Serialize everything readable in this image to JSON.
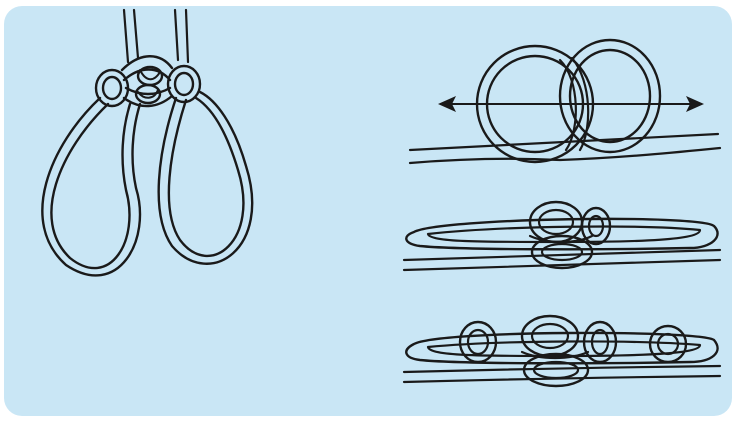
{
  "colors": {
    "background": "#c9e6f5",
    "ink": "#1a1a1a",
    "rope_fill": "#c9e6f5"
  },
  "figures": [
    {
      "id": "hanging-knot",
      "description_icon": "two-loop-knot-icon"
    },
    {
      "id": "knot-step-1",
      "description_icon": "interlocking-rings-icon"
    },
    {
      "id": "knot-step-2",
      "description_icon": "single-knot-icon"
    },
    {
      "id": "knot-step-3",
      "description_icon": "chain-knot-icon"
    }
  ]
}
